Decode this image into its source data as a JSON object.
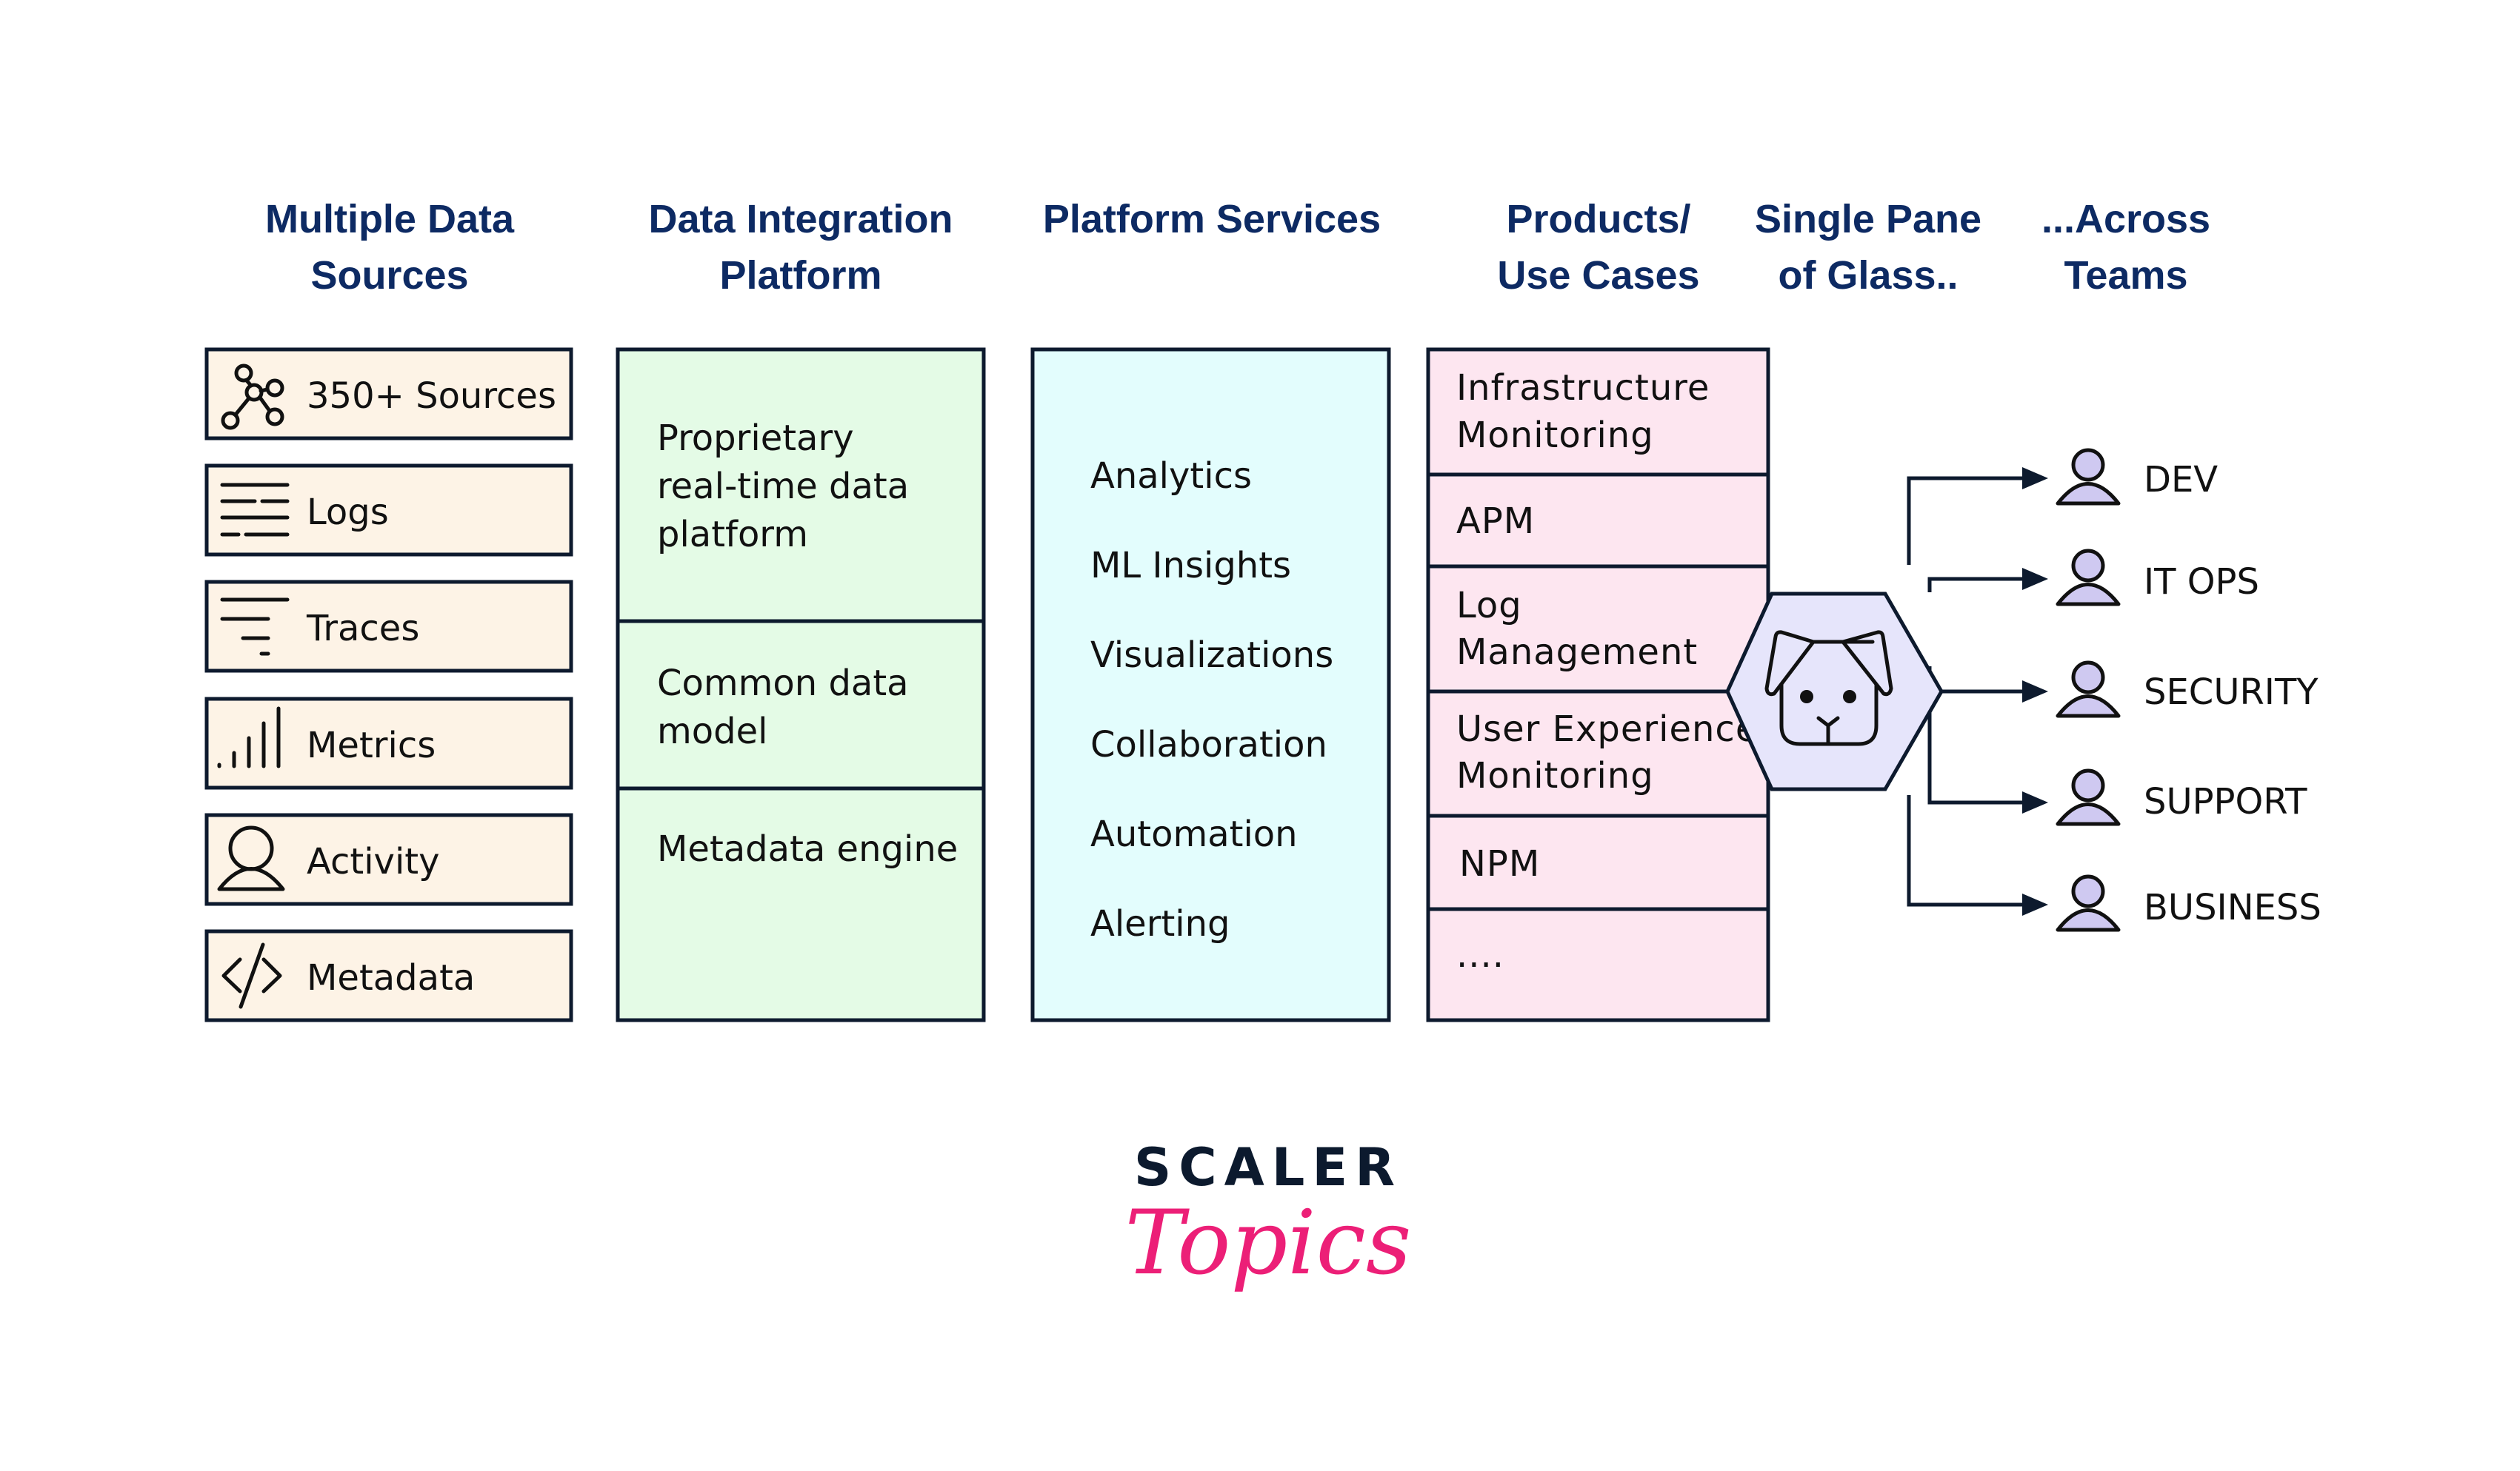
{
  "headers": {
    "sources": [
      "Multiple Data",
      "Sources"
    ],
    "integration": [
      "Data Integration",
      "Platform"
    ],
    "services": [
      "Platform Services"
    ],
    "products": [
      "Products/",
      "Use Cases"
    ],
    "pane": [
      "Single Pane",
      "of Glass.."
    ],
    "teams": [
      "...Across",
      "Teams"
    ]
  },
  "sources": [
    {
      "label": "350+ Sources",
      "icon": "network-nodes-icon"
    },
    {
      "label": "Logs",
      "icon": "log-lines-icon"
    },
    {
      "label": "Traces",
      "icon": "traces-icon"
    },
    {
      "label": "Metrics",
      "icon": "bar-signal-icon"
    },
    {
      "label": "Activity",
      "icon": "user-icon"
    },
    {
      "label": "Metadata",
      "icon": "code-icon"
    }
  ],
  "integration": [
    [
      "Proprietary",
      "real-time data",
      "platform"
    ],
    [
      "Common data",
      "model"
    ],
    [
      "Metadata engine"
    ]
  ],
  "services": [
    "Analytics",
    "ML Insights",
    "Visualizations",
    "Collaboration",
    "Automation",
    "Alerting"
  ],
  "products": [
    [
      "Infrastructure",
      "Monitoring"
    ],
    [
      "APM"
    ],
    [
      "Log",
      "Management"
    ],
    [
      "User Experience",
      "Monitoring"
    ],
    [
      "NPM"
    ],
    [
      "...."
    ]
  ],
  "hub_icon": "dog-face-icon",
  "teams": [
    "DEV",
    "IT OPS",
    "SECURITY",
    "SUPPORT",
    "BUSINESS"
  ],
  "logo": {
    "line1": "SCALER",
    "line2": "Topics"
  },
  "colors": {
    "header": "#0d2a63",
    "sources_fill": "#fdf3e6",
    "integration_fill": "#e4fbe6",
    "services_fill": "#e3fdfd",
    "products_fill": "#fde6f0",
    "hub_fill": "#e6e5fb",
    "team_icon_fill": "#cfc9f1",
    "logo_pink": "#ec1f77"
  }
}
